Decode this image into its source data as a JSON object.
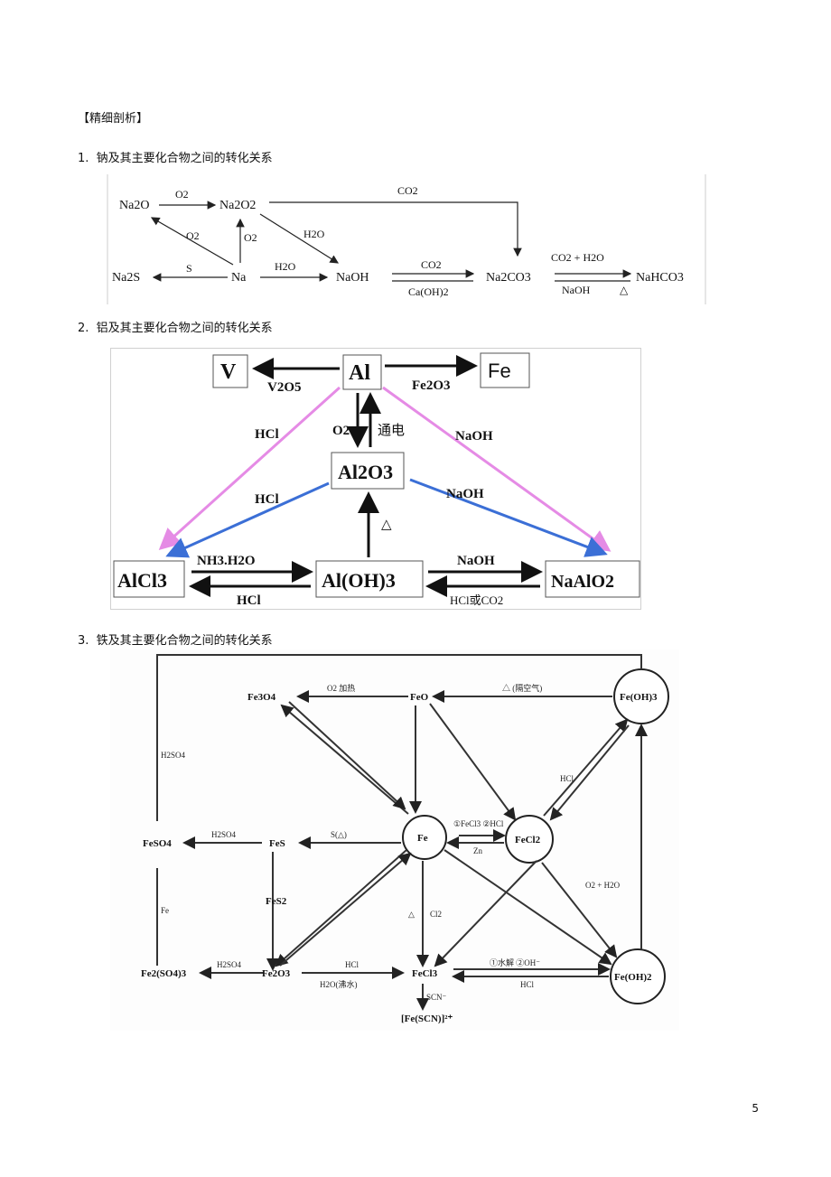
{
  "heading": "【精细剖析】",
  "sections": [
    {
      "num": "1.",
      "title": "钠及其主要化合物之间的转化关系"
    },
    {
      "num": "2.",
      "title": "铝及其主要化合物之间的转化关系"
    },
    {
      "num": "3.",
      "title": "铁及其主要化合物之间的转化关系"
    }
  ],
  "sodium": {
    "species": {
      "Na2O": "Na2O",
      "Na2O2": "Na2O2",
      "Na2S": "Na2S",
      "Na": "Na",
      "NaOH": "NaOH",
      "Na2CO3": "Na2CO3",
      "NaHCO3": "NaHCO3"
    },
    "labels": {
      "o2_top": "O2",
      "co2_top": "CO2",
      "o2_left": "O2",
      "o2_up": "O2",
      "h2o_diag": "H2O",
      "s": "S",
      "h2o_bottom": "H2O",
      "co2_mid": "CO2",
      "caoh2": "Ca(OH)2",
      "co2_h2o": "CO2 + H2O",
      "naoh_rev": "NaOH",
      "heat": "△"
    }
  },
  "aluminum": {
    "species": {
      "V": "V",
      "Al": "Al",
      "Fe": "Fe",
      "Al2O3": "Al2O3",
      "AlCl3": "AlCl3",
      "AlOH3": "Al(OH)3",
      "NaAlO2": "NaAlO2"
    },
    "labels": {
      "v2o5": "V2O5",
      "fe2o3": "Fe2O3",
      "hcl_left": "HCl",
      "o2": "O2",
      "electrolysis": "通电",
      "naoh_right": "NaOH",
      "hcl_mid": "HCl",
      "naoh_mid": "NaOH",
      "heat": "△",
      "nh3h2o": "NH3.H2O",
      "hcl_back": "HCl",
      "naoh_fwd": "NaOH",
      "hcl_or_co2": "HCl或CO2"
    }
  },
  "iron": {
    "species": {
      "Fe3O4": "Fe3O4",
      "FeO": "FeO",
      "FeOH3": "Fe(OH)3",
      "FeSO4": "FeSO4",
      "FeS": "FeS",
      "Fe": "Fe",
      "FeCl2": "FeCl2",
      "FeS2": "FeS2",
      "Fe2SO43": "Fe2(SO4)3",
      "Fe2O3": "Fe2O3",
      "FeCl3": "FeCl3",
      "FeOH2": "Fe(OH)2",
      "FeSCN": "[Fe(SCN)]²⁺"
    },
    "labels": {
      "o2_heat": "O2 加热",
      "heat_air": "△ (隔空气)",
      "h2so4_a": "H2SO4",
      "h2so4_b": "H2SO4",
      "s_heat": "S(△)",
      "feso4_fe": "Fe",
      "h2so4_c": "H2SO4",
      "hcl_a": "HCl",
      "h2o_a": "H2O(沸水)",
      "scn": "SCN⁻",
      "hcl_b": "HCl",
      "oh_a": "①水解 ②OH⁻",
      "cl2": "Cl2",
      "heat_a": "△",
      "feCl3_fecl2": "①FeCl3 ②HCl",
      "zn": "Zn",
      "hcl_c": "HCl",
      "o2_h2o": "O2 + H2O"
    }
  },
  "page_number": "5"
}
